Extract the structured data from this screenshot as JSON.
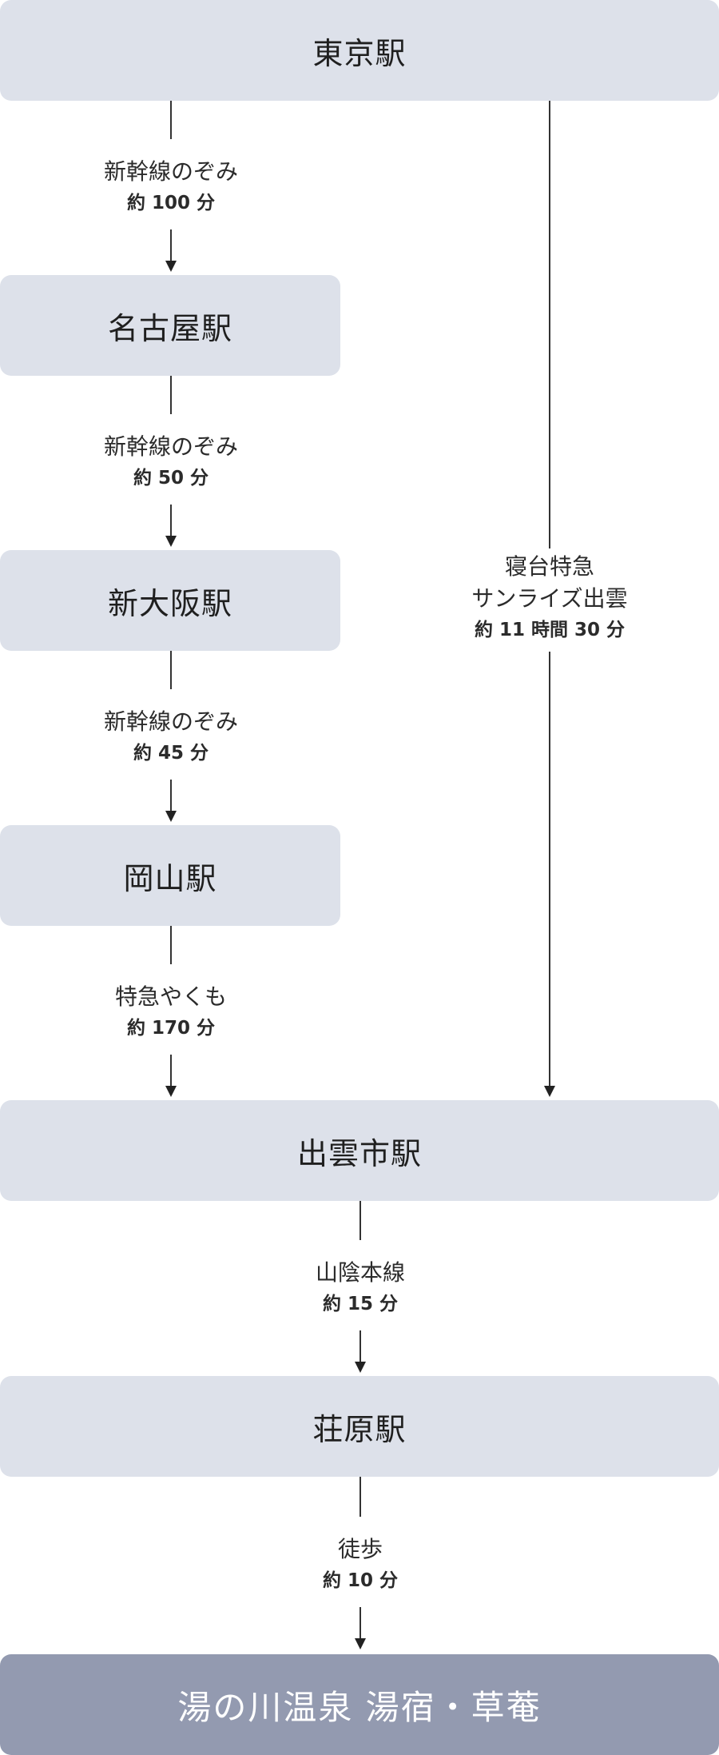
{
  "stations": {
    "tokyo": "東京駅",
    "nagoya": "名古屋駅",
    "shin_osaka": "新大阪駅",
    "okayama": "岡山駅",
    "izumoshi": "出雲市駅",
    "shobara": "荘原駅",
    "destination": "湯の川温泉 湯宿・草菴"
  },
  "legs": {
    "tokyo_nagoya": {
      "mode": "新幹線のぞみ",
      "time": "約 100 分"
    },
    "nagoya_shin_osaka": {
      "mode": "新幹線のぞみ",
      "time": "約 50 分"
    },
    "shin_osaka_okayama": {
      "mode": "新幹線のぞみ",
      "time": "約 45 分"
    },
    "okayama_izumoshi": {
      "mode": "特急やくも",
      "time": "約 170 分"
    },
    "tokyo_izumoshi_sleeper": {
      "mode_line1": "寝台特急",
      "mode_line2": "サンライズ出雲",
      "time": "約 11 時間 30 分"
    },
    "izumoshi_shobara": {
      "mode": "山陰本線",
      "time": "約 15 分"
    },
    "shobara_destination": {
      "mode": "徒歩",
      "time": "約 10 分"
    }
  },
  "colors": {
    "station_bg": "#dde1ea",
    "destination_bg": "#939ab0",
    "line": "#333333"
  }
}
